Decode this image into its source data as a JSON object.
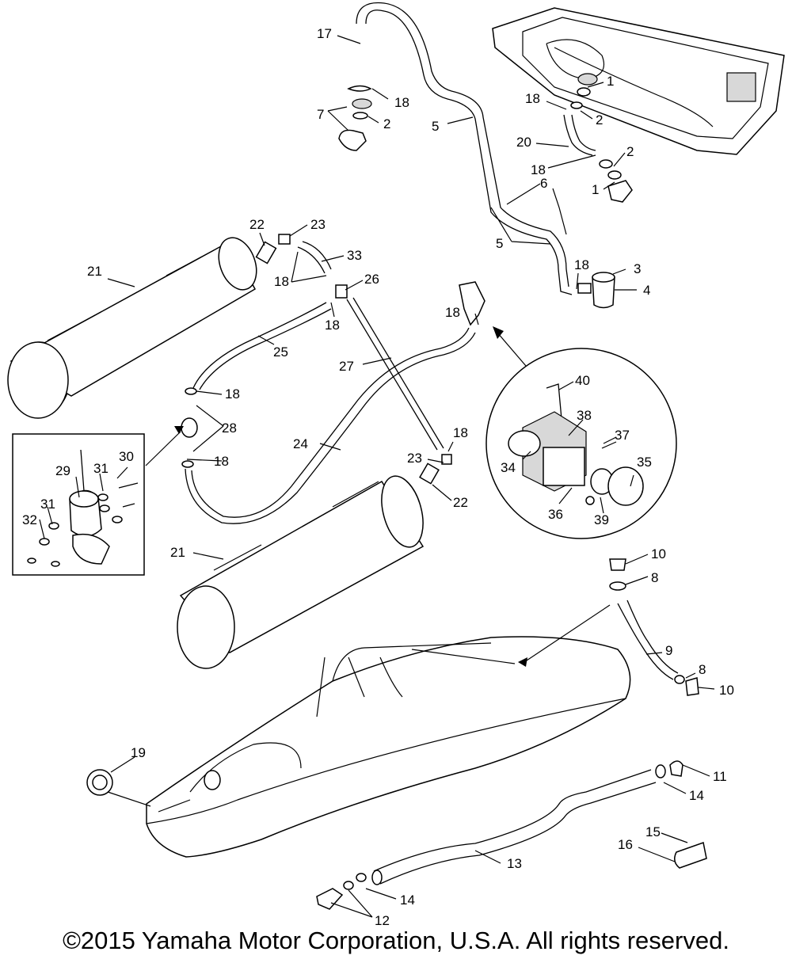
{
  "callouts": [
    {
      "id": "c17",
      "text": "17"
    },
    {
      "id": "c18a",
      "text": "18"
    },
    {
      "id": "c7",
      "text": "7"
    },
    {
      "id": "c2a",
      "text": "2"
    },
    {
      "id": "c5a",
      "text": "5"
    },
    {
      "id": "c1a",
      "text": "1"
    },
    {
      "id": "c18b",
      "text": "18"
    },
    {
      "id": "c2b",
      "text": "2"
    },
    {
      "id": "c20",
      "text": "20"
    },
    {
      "id": "c2c",
      "text": "2"
    },
    {
      "id": "c18c",
      "text": "18"
    },
    {
      "id": "c1b",
      "text": "1"
    },
    {
      "id": "c6",
      "text": "6"
    },
    {
      "id": "c5b",
      "text": "5"
    },
    {
      "id": "c18d",
      "text": "18"
    },
    {
      "id": "c3",
      "text": "3"
    },
    {
      "id": "c4",
      "text": "4"
    },
    {
      "id": "c22a",
      "text": "22"
    },
    {
      "id": "c23a",
      "text": "23"
    },
    {
      "id": "c33",
      "text": "33"
    },
    {
      "id": "c21a",
      "text": "21"
    },
    {
      "id": "c18e",
      "text": "18"
    },
    {
      "id": "c26",
      "text": "26"
    },
    {
      "id": "c18f",
      "text": "18"
    },
    {
      "id": "c18g",
      "text": "18"
    },
    {
      "id": "c25",
      "text": "25"
    },
    {
      "id": "c27",
      "text": "27"
    },
    {
      "id": "c40",
      "text": "40"
    },
    {
      "id": "c18h",
      "text": "18"
    },
    {
      "id": "c28",
      "text": "28"
    },
    {
      "id": "c38",
      "text": "38"
    },
    {
      "id": "c37",
      "text": "37"
    },
    {
      "id": "c30",
      "text": "30"
    },
    {
      "id": "c29",
      "text": "29"
    },
    {
      "id": "c31a",
      "text": "31"
    },
    {
      "id": "c24",
      "text": "24"
    },
    {
      "id": "c18i",
      "text": "18"
    },
    {
      "id": "c18j",
      "text": "18"
    },
    {
      "id": "c23b",
      "text": "23"
    },
    {
      "id": "c34",
      "text": "34"
    },
    {
      "id": "c35",
      "text": "35"
    },
    {
      "id": "c22b",
      "text": "22"
    },
    {
      "id": "c31b",
      "text": "31"
    },
    {
      "id": "c32",
      "text": "32"
    },
    {
      "id": "c36",
      "text": "36"
    },
    {
      "id": "c39",
      "text": "39"
    },
    {
      "id": "c21b",
      "text": "21"
    },
    {
      "id": "c10a",
      "text": "10"
    },
    {
      "id": "c8a",
      "text": "8"
    },
    {
      "id": "c9",
      "text": "9"
    },
    {
      "id": "c8b",
      "text": "8"
    },
    {
      "id": "c10b",
      "text": "10"
    },
    {
      "id": "c19",
      "text": "19"
    },
    {
      "id": "c11",
      "text": "11"
    },
    {
      "id": "c14a",
      "text": "14"
    },
    {
      "id": "c15",
      "text": "15"
    },
    {
      "id": "c16",
      "text": "16"
    },
    {
      "id": "c13",
      "text": "13"
    },
    {
      "id": "c14b",
      "text": "14"
    },
    {
      "id": "c12",
      "text": "12"
    }
  ],
  "copyright": "©2015 Yamaha Motor Corporation, U.S.A. All rights reserved."
}
